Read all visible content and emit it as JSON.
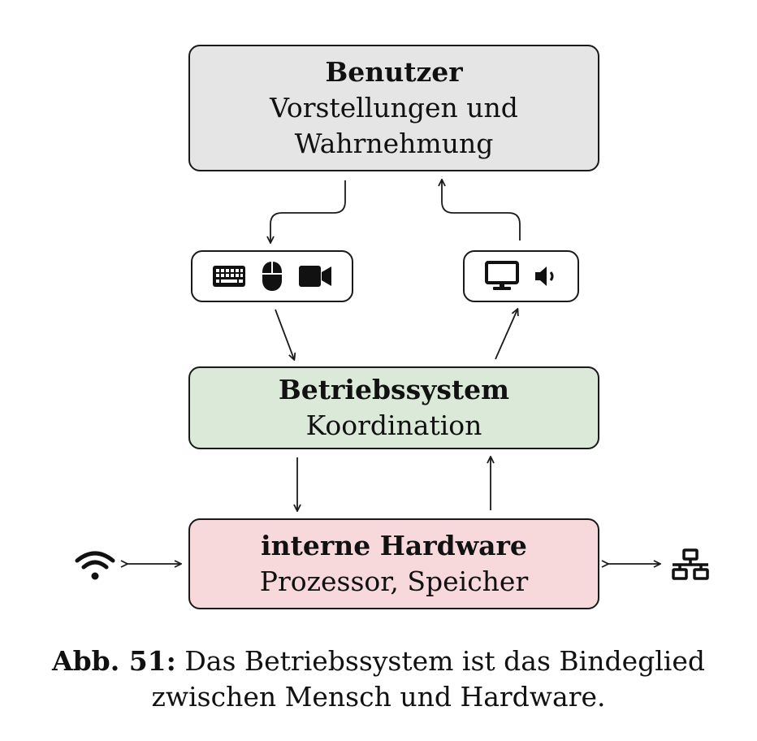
{
  "boxes": {
    "user": {
      "title": "Benutzer",
      "line1": "Vorstellungen und",
      "line2": "Wahrnehmung"
    },
    "os": {
      "title": "Betriebssystem",
      "line1": "Koordination"
    },
    "hardware": {
      "title": "interne Hardware",
      "line1": "Prozessor, Speicher"
    }
  },
  "input_devices": [
    "keyboard-icon",
    "mouse-icon",
    "video-camera-icon"
  ],
  "output_devices": [
    "monitor-icon",
    "speaker-icon"
  ],
  "side_devices": {
    "left": "wifi-icon",
    "right": "network-icon"
  },
  "caption": {
    "label": "Abb. 51:",
    "line1": "Das Betriebssystem ist das Bindeglied",
    "line2": "zwischen Mensch und Hardware."
  },
  "colors": {
    "user_box": "#e5e5e5",
    "os_box": "#dbe9d9",
    "hardware_box": "#f8d9db",
    "stroke": "#1a1a1a"
  }
}
